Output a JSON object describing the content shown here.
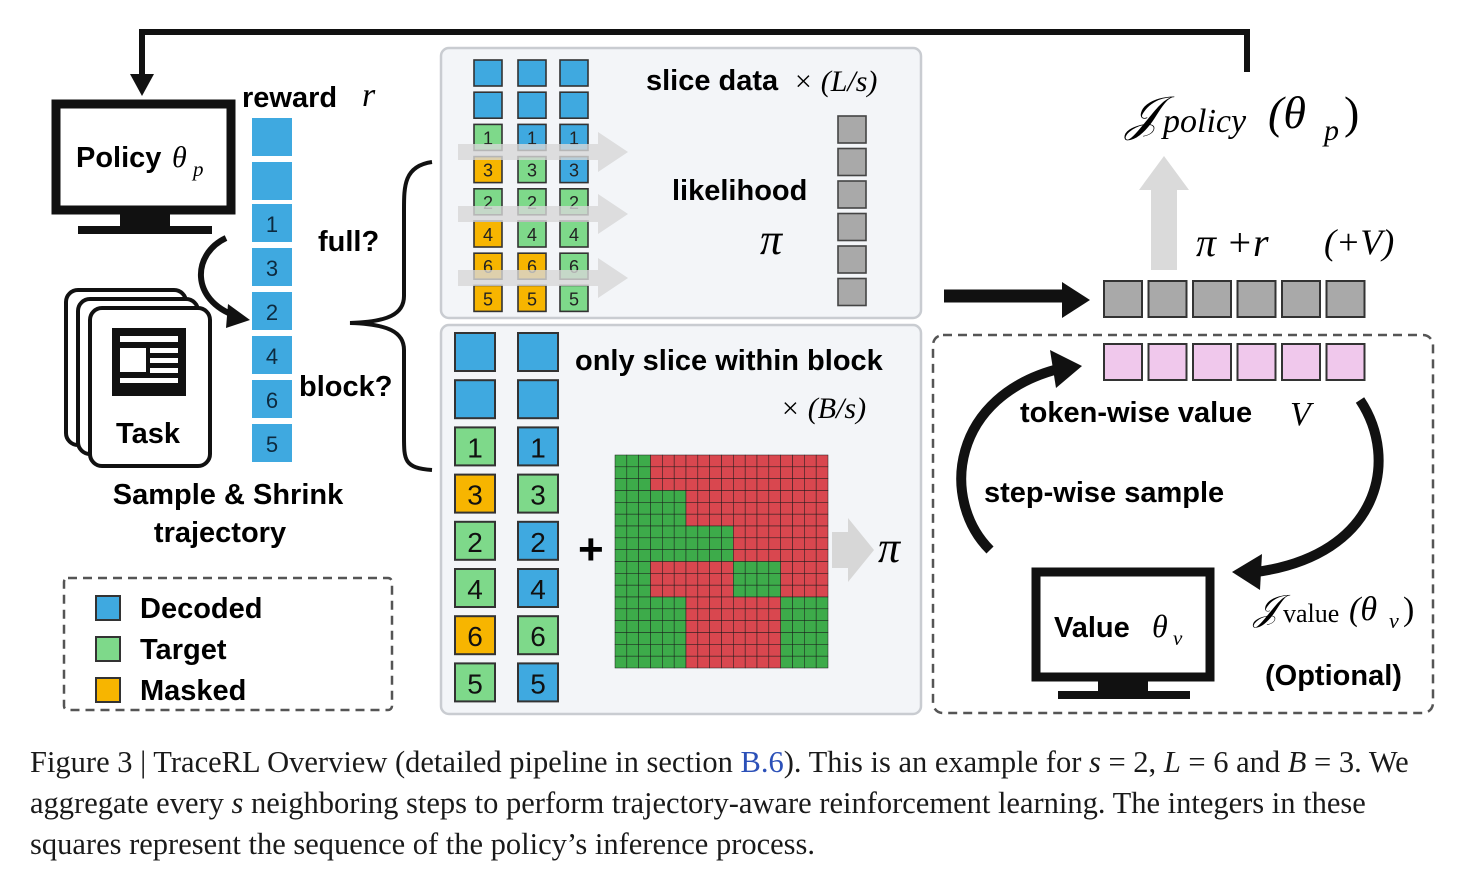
{
  "labels": {
    "reward": "reward",
    "reward_var": "r",
    "policy": "Policy",
    "policy_theta": "θ",
    "policy_sub": "p",
    "task": "Task",
    "full": "full?",
    "block": "block?",
    "sample_shrink_1": "Sample & Shrink",
    "sample_shrink_2": "trajectory",
    "slice_data": "slice data",
    "slice_factor": "× (L/s)",
    "likelihood": "likelihood",
    "pi": "π",
    "only_slice": "only slice within block",
    "block_factor": "× (B/s)",
    "plus": "+",
    "objective_policy_J": "𝒥",
    "objective_policy_sub": "policy",
    "objective_policy_arg": "(θ",
    "objective_policy_arg_sub": "p",
    "objective_policy_close": ")",
    "pi_plus_r": "π +r",
    "plus_v": "(+V)",
    "token_value": "token-wise value",
    "token_value_var": "V",
    "step_sample": "step-wise sample",
    "value": "Value",
    "value_theta": "θ",
    "value_sub": "v",
    "objective_value_J": "𝒥",
    "objective_value_sub": "value",
    "objective_value_arg": "(θ",
    "objective_value_arg_sub": "v",
    "objective_value_close": ")",
    "optional": "(Optional)"
  },
  "legend": [
    {
      "label": "Decoded",
      "color": "#3fa9e0"
    },
    {
      "label": "Target",
      "color": "#7ed98a"
    },
    {
      "label": "Masked",
      "color": "#f7b500"
    }
  ],
  "trajectory_numbers": [
    "1",
    "3",
    "2",
    "4",
    "6",
    "5"
  ],
  "full_columns": [
    [
      "",
      "",
      "1",
      "3",
      "2",
      "4",
      "6",
      "5"
    ],
    [
      "",
      "",
      "1",
      "3",
      "2",
      "4",
      "6",
      "5"
    ],
    [
      "",
      "",
      "1",
      "3",
      "2",
      "4",
      "6",
      "5"
    ]
  ],
  "block_columns": [
    [
      "",
      "",
      "1",
      "3",
      "2",
      "4",
      "6",
      "5"
    ],
    [
      "",
      "",
      "1",
      "3",
      "2",
      "4",
      "6",
      "5"
    ]
  ],
  "colors": {
    "decoded": "#3fa9e0",
    "target": "#7ed98a",
    "masked": "#f7b500",
    "likelihood": "#a9a9a9",
    "value_token": "#f0c8ec",
    "mask_red": "#d9474f",
    "mask_green": "#3dab4a"
  },
  "caption": {
    "p1": "Figure 3 | TraceRL Overview (detailed pipeline in section ",
    "link": "B.6",
    "p2": "). This is an example for ",
    "s1": "s",
    "p3": " = 2, ",
    "L": "L",
    "p4": " = 6 and ",
    "B": "B",
    "p5": " = 3. We aggregate every ",
    "s2": "s",
    "p6": " neighboring steps to perform trajectory-aware reinforcement learning. The integers in these squares represent the sequence of the policy’s inference process."
  }
}
